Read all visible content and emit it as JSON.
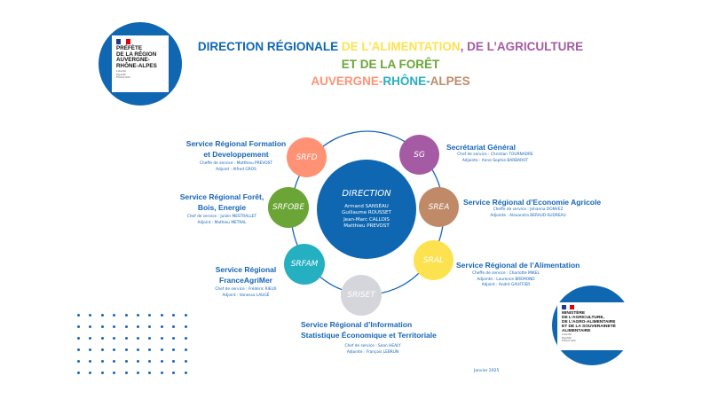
{
  "header": {
    "line1": [
      {
        "text": "DIRECTION RÉGIONALE ",
        "color": "#0f67b1"
      },
      {
        "text": "DE L’ALIMENTATION",
        "color": "#fde24f"
      },
      {
        "text": ", DE L’AGRICULTURE",
        "color": "#a55ba3"
      }
    ],
    "line2": {
      "text": "ET DE LA FORÊT",
      "color": "#6aa535"
    },
    "line3": [
      {
        "text": "AUVERGNE-",
        "color": "#ff9274"
      },
      {
        "text": "RHÔNE-",
        "color": "#25b0c2"
      },
      {
        "text": "ALPES",
        "color": "#c08a68"
      }
    ]
  },
  "logo_prefecture": {
    "lines": [
      "PRÉFÈTE",
      "DE LA RÉGION",
      "AUVERGNE-",
      "RHÔNE-ALPES"
    ],
    "motto": [
      "Liberté",
      "Égalité",
      "Fraternité"
    ]
  },
  "logo_ministere": {
    "lines": [
      "MINISTÈRE",
      "DE L’AGRICULTURE,",
      "DE L’AGRO-ALIMENTAIRE",
      "ET DE LA SOUVERAINETÉ",
      "ALIMENTAIRE"
    ],
    "motto": [
      "Liberté",
      "Égalité",
      "Fraternité"
    ]
  },
  "direction": {
    "label": "DIRECTION",
    "members": [
      "Armand SANSÉAU",
      "Guillaume ROUSSET",
      "Jean-Marc CALLOIS",
      "Matthieu PREVOST"
    ],
    "color": "#0f67b1"
  },
  "services": {
    "srfd": {
      "abbr": "SRFD",
      "color": "#ff9274",
      "name": [
        "Service Régional Formation",
        "et Developpement"
      ],
      "staff": [
        "Cheffe de service : Matthieu PREVOST",
        "Adjoint : Alfred GROS"
      ]
    },
    "sg": {
      "abbr": "SG",
      "color": "#a55ba3",
      "name": [
        "Secrétariat Général"
      ],
      "staff": [
        "Chef de service : Christian TOURNADRE",
        "Adjointe : Anne-Sophie BARBAROT"
      ]
    },
    "srfobe": {
      "abbr": "SRFOBE",
      "color": "#6aa535",
      "name": [
        "Service Régional Forêt,",
        "Bois, Energie"
      ],
      "staff": [
        "Chef de service : Julien MESTRALLET",
        "Adjoint : Mathieu METRAL"
      ]
    },
    "srea": {
      "abbr": "SREA",
      "color": "#c08a68",
      "name": [
        "Service Régional d’Economie Agricole"
      ],
      "staff": [
        "Cheffe de service : Johanna DONVEZ",
        "Adjointe : Alexandra BERAUD-SUDREAU"
      ]
    },
    "srfam": {
      "abbr": "SRFAM",
      "color": "#25b0c2",
      "name": [
        "Service Régional",
        "FranceAgriMer"
      ],
      "staff": [
        "Chef de service : Frédéric RIEUX",
        "Adjoint : Vanessa LAUGÉ"
      ]
    },
    "sral": {
      "abbr": "SRAL",
      "color": "#fde24f",
      "name": [
        "Service Régional de l’Alimentation"
      ],
      "staff": [
        "Cheffe de service : Charlotte MIKEL",
        "Adjointe : Laurence BREMOND",
        "Adjoint : André GAUFFIER"
      ]
    },
    "sriset": {
      "abbr": "SRISET",
      "color": "#d5d6db",
      "name": [
        "Service Régional d’Information",
        "Statistique Économique et Territoriale"
      ],
      "staff": [
        "Chef de service : Sean HEALY",
        "Adjointe : François LEBRUN"
      ]
    }
  },
  "footer": {
    "date": "Janvier 2025"
  }
}
